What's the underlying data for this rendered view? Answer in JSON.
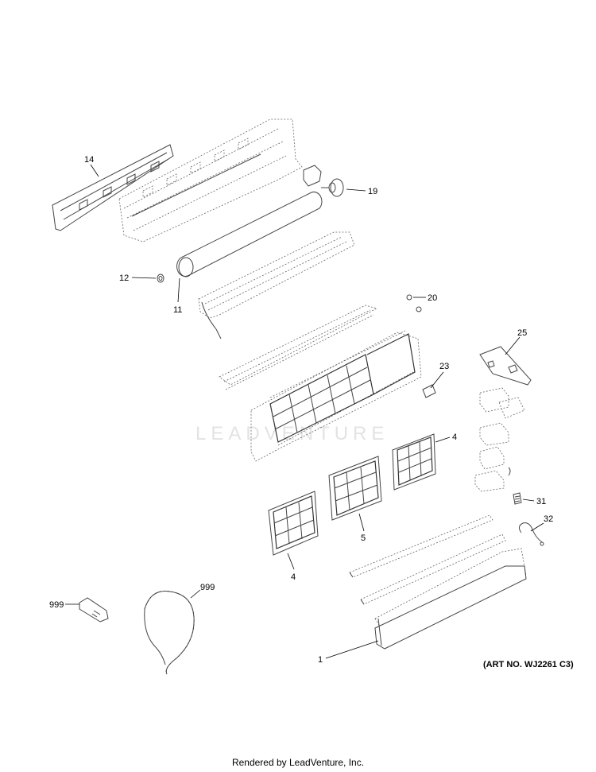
{
  "watermark": "LEADVENTURE",
  "art_number": "(ART NO. WJ2261 C3)",
  "footer": "Rendered by LeadVenture, Inc.",
  "callouts": {
    "p14": "14",
    "p19": "19",
    "p12": "12",
    "p11": "11",
    "p20": "20",
    "p25": "25",
    "p23": "23",
    "p4a": "4",
    "p31": "31",
    "p32": "32",
    "p5": "5",
    "p4b": "4",
    "p999a": "999",
    "p999b": "999",
    "p1": "1"
  }
}
